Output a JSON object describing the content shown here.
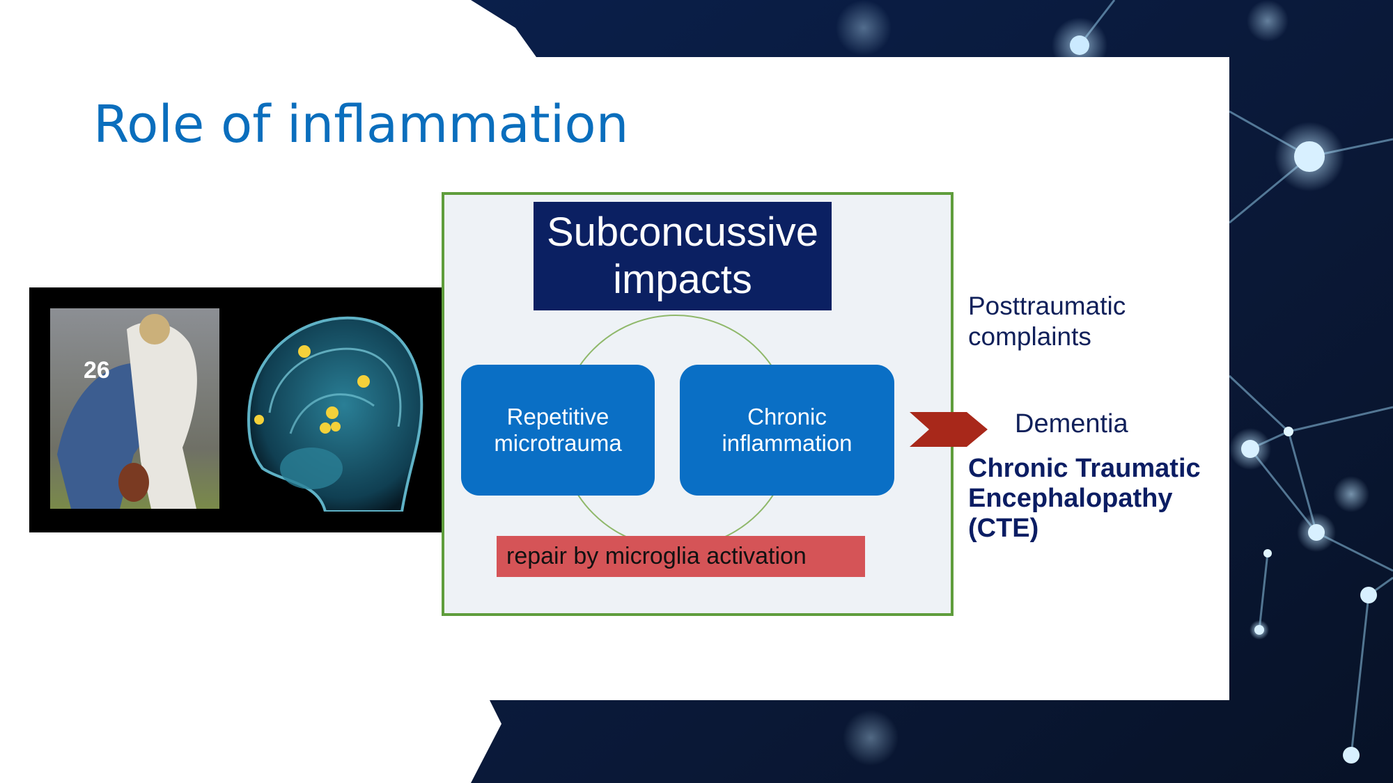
{
  "slide": {
    "title": "Role of inflammation"
  },
  "diagram": {
    "top_box": [
      "Subconcussive",
      "impacts"
    ],
    "left_box": [
      "Repetitive",
      "microtrauma"
    ],
    "right_box": [
      "Chronic",
      "inflammation"
    ],
    "bottom_box": "repair by microglia activation"
  },
  "outcomes": {
    "posttraumatic": [
      "Posttraumatic",
      "complaints"
    ],
    "dementia": "Dementia",
    "cte": [
      "Chronic Traumatic",
      "Encephalopathy",
      "(CTE)"
    ]
  },
  "colors": {
    "title": "#0a6ebd",
    "green_border": "#5f9d3c",
    "navy_box": "#0b2062",
    "blue_box": "#0a6fc5",
    "red_box": "#d55457",
    "arrow": "#a8281a",
    "background_network": "#0a1a3c"
  },
  "icons": [
    "football-tackle-photo",
    "brain-mri-image",
    "chevron-arrow-icon",
    "network-background"
  ]
}
